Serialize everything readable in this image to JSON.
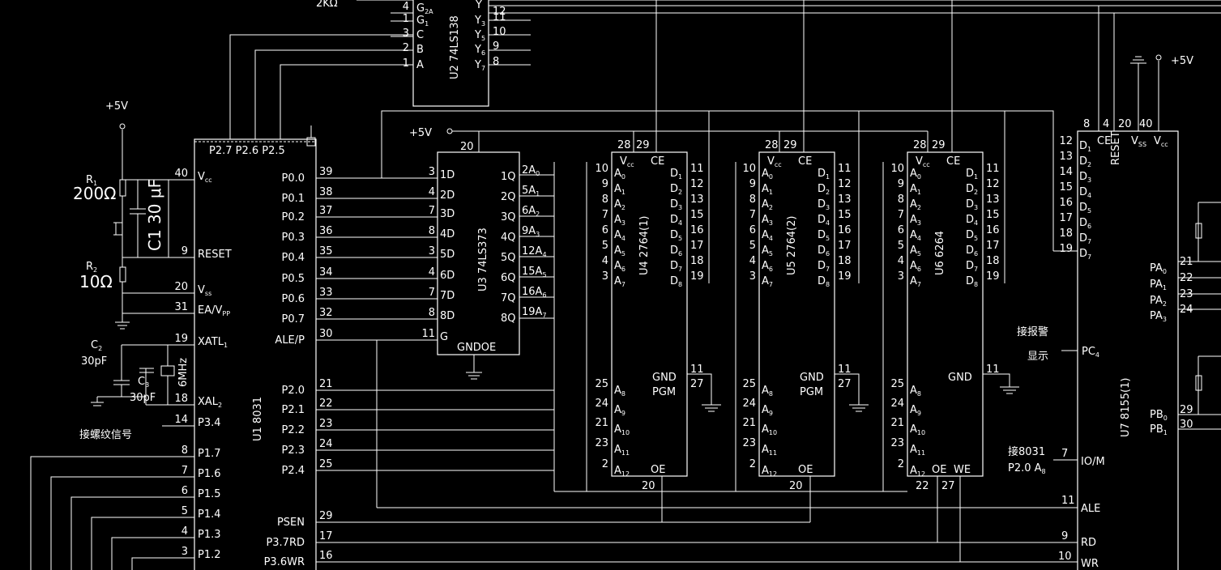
{
  "title": "",
  "power": {
    "vcc": "+5V"
  },
  "u1": {
    "name": "U1 8031",
    "top_pins": "P2.7 P2.6 P2.5",
    "left": [
      {
        "num": "40",
        "label": "V",
        "sub": "cc"
      },
      {
        "num": "9",
        "label": "RESET"
      },
      {
        "num": "20",
        "label": "V",
        "sub": "ss"
      },
      {
        "num": "31",
        "label": "EA/V",
        "sub": "PP"
      },
      {
        "num": "19",
        "label": "XATL",
        "sub": "1"
      },
      {
        "num": "18",
        "label": "XAL",
        "sub": "2"
      },
      {
        "num": "14",
        "label": "P3.4"
      },
      {
        "num": "8",
        "label": "P1.7"
      },
      {
        "num": "7",
        "label": "P1.6"
      },
      {
        "num": "6",
        "label": "P1.5"
      },
      {
        "num": "5",
        "label": "P1.4"
      },
      {
        "num": "4",
        "label": "P1.3"
      },
      {
        "num": "3",
        "label": "P1.2"
      }
    ],
    "right": [
      {
        "num": "39",
        "label": "P0.0"
      },
      {
        "num": "38",
        "label": "P0.1"
      },
      {
        "num": "37",
        "label": "P0.2"
      },
      {
        "num": "36",
        "label": "P0.3"
      },
      {
        "num": "35",
        "label": "P0.4"
      },
      {
        "num": "34",
        "label": "P0.5"
      },
      {
        "num": "33",
        "label": "P0.6"
      },
      {
        "num": "32",
        "label": "P0.7"
      },
      {
        "num": "30",
        "label": "ALE/P"
      },
      {
        "num": "21",
        "label": "P2.0"
      },
      {
        "num": "22",
        "label": "P2.1"
      },
      {
        "num": "23",
        "label": "P2.2"
      },
      {
        "num": "24",
        "label": "P2.3"
      },
      {
        "num": "25",
        "label": "P2.4"
      },
      {
        "num": "29",
        "label": "PSEN"
      },
      {
        "num": "17",
        "label": "P3.7RD"
      },
      {
        "num": "16",
        "label": "P3.6WR"
      }
    ]
  },
  "components": {
    "r1_name": "R",
    "r1_sub": "1",
    "r1_value": "200Ω",
    "r2_name": "R",
    "r2_sub": "2",
    "r2_value": "10Ω",
    "c1_label": "C1 30 μF",
    "c2_name": "C",
    "c2_sub": "2",
    "c2_value": "30pF",
    "c3_name": "C",
    "c3_sub": "3",
    "c3_value": "30pF",
    "crystal": "6MHz",
    "r_top": "2KΩ"
  },
  "u2": {
    "name": "U2 74LS138",
    "inputs": [
      {
        "num": "4",
        "label": "G",
        "sub": "2A"
      },
      {
        "num": "1",
        "label": "G",
        "sub": "1"
      },
      {
        "num": "3",
        "label": "C"
      },
      {
        "num": "2",
        "label": "B"
      },
      {
        "num": "1",
        "label": "A"
      }
    ],
    "outputs": [
      {
        "num": "11",
        "label": "Y",
        "sub": "3"
      },
      {
        "num": "10",
        "label": "Y",
        "sub": "5"
      },
      {
        "num": "9",
        "label": "Y",
        "sub": "6"
      },
      {
        "num": "8",
        "label": "Y",
        "sub": "7"
      }
    ],
    "top_output": {
      "num": "12",
      "label": "Y"
    }
  },
  "u3": {
    "name": "U3 74LS373",
    "vcc_pin": "20",
    "gnd_oe": "GNDOE",
    "inputs": [
      {
        "num": "3",
        "label": "1D"
      },
      {
        "num": "4",
        "label": "2D"
      },
      {
        "num": "7",
        "label": "3D"
      },
      {
        "num": "8",
        "label": "4D"
      },
      {
        "num": "3",
        "label": "5D"
      },
      {
        "num": "4",
        "label": "6D"
      },
      {
        "num": "7",
        "label": "7D"
      },
      {
        "num": "8",
        "label": "8D"
      },
      {
        "num": "11",
        "label": "G"
      }
    ],
    "outputs": [
      {
        "q": "1Q",
        "a": "2A",
        "s": "0"
      },
      {
        "q": "2Q",
        "a": "5A",
        "s": "1"
      },
      {
        "q": "3Q",
        "a": "6A",
        "s": "2"
      },
      {
        "q": "4Q",
        "a": "9A",
        "s": "3"
      },
      {
        "q": "5Q",
        "a": "12A",
        "s": "4"
      },
      {
        "q": "6Q",
        "a": "15A",
        "s": "5"
      },
      {
        "q": "7Q",
        "a": "16A",
        "s": "6"
      },
      {
        "q": "8Q",
        "a": "19A",
        "s": "7"
      }
    ]
  },
  "memory": {
    "top_pins": [
      "28",
      "29"
    ],
    "vcc_label": "V",
    "vcc_sub": "cc",
    "ce": "CE",
    "addr_low": [
      {
        "num": "10",
        "sub": "0"
      },
      {
        "num": "9",
        "sub": "1"
      },
      {
        "num": "8",
        "sub": "2"
      },
      {
        "num": "7",
        "sub": "3"
      },
      {
        "num": "6",
        "sub": "4"
      },
      {
        "num": "5",
        "sub": "5"
      },
      {
        "num": "4",
        "sub": "6"
      },
      {
        "num": "3",
        "sub": "7"
      }
    ],
    "addr_high": [
      {
        "num": "25",
        "sub": "8"
      },
      {
        "num": "24",
        "sub": "9"
      },
      {
        "num": "21",
        "sub": "10"
      },
      {
        "num": "23",
        "sub": "11"
      },
      {
        "num": "2",
        "sub": "12"
      }
    ],
    "data": [
      {
        "num": "11",
        "sub": "1"
      },
      {
        "num": "12",
        "sub": "2"
      },
      {
        "num": "13",
        "sub": "3"
      },
      {
        "num": "15",
        "sub": "4"
      },
      {
        "num": "16",
        "sub": "5"
      },
      {
        "num": "17",
        "sub": "6"
      },
      {
        "num": "18",
        "sub": "7"
      },
      {
        "num": "19",
        "sub": "8"
      }
    ],
    "gnd": "GND",
    "pgm": "PGM",
    "oe": "OE",
    "we": "WE",
    "gnd_pin": "11",
    "pgm_pin": "27",
    "oe_pin": "20",
    "u6_oe_pin": "22",
    "u6_we_pin": "27",
    "u4_name": "U4 2764(1)",
    "u5_name": "U5 2764(2)",
    "u6_name": "U6 6264"
  },
  "u7": {
    "name": "U7 8155(1)",
    "top_pins": [
      "8",
      "4",
      "20",
      "40"
    ],
    "ce": "CE",
    "reset": "RESET",
    "vss": "V",
    "vss_sub": "SS",
    "vcc": "V",
    "vcc_sub": "cc",
    "data": [
      {
        "num": "12",
        "sub": "1"
      },
      {
        "num": "13",
        "sub": "2"
      },
      {
        "num": "14",
        "sub": "3"
      },
      {
        "num": "15",
        "sub": "4"
      },
      {
        "num": "16",
        "sub": "5"
      },
      {
        "num": "17",
        "sub": "6"
      },
      {
        "num": "18",
        "sub": "7"
      },
      {
        "num": "19",
        "sub": "7"
      }
    ],
    "pa": [
      {
        "num": "21",
        "sub": "0"
      },
      {
        "num": "22",
        "sub": "1"
      },
      {
        "num": "23",
        "sub": "2"
      },
      {
        "num": "24",
        "sub": "3"
      }
    ],
    "pc": {
      "label": "PC",
      "sub": "4"
    },
    "pb": [
      {
        "num": "29",
        "sub": "0"
      },
      {
        "num": "30",
        "sub": "1"
      }
    ],
    "iom": {
      "num": "7",
      "label": "IO/M"
    },
    "ale": {
      "num": "11",
      "label": "ALE"
    },
    "rd": {
      "num": "9",
      "label": "RD"
    },
    "wr": {
      "num": "10",
      "label": "WR"
    }
  },
  "annotations": {
    "alarm": "接报警",
    "display": "显示",
    "screw_signal": "接螺纹信号",
    "conn_8031": "接8031",
    "p20_a8": "P2.0 A",
    "p20_a8_sub": "8"
  }
}
